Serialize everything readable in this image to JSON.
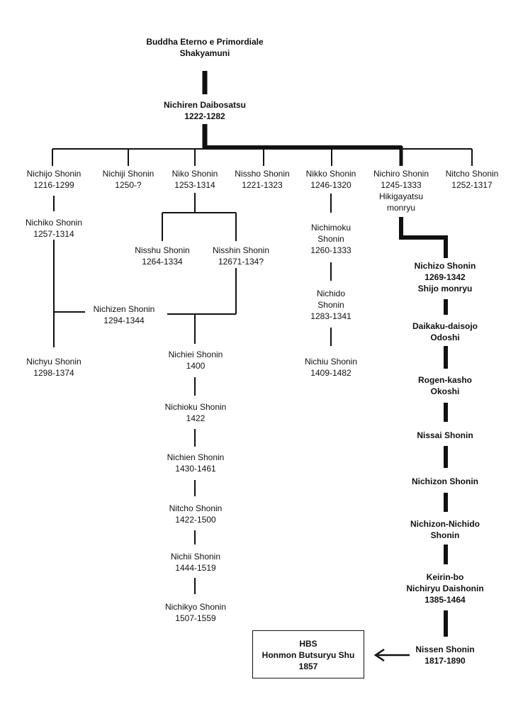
{
  "nodes": {
    "buddha": [
      "Buddha Eterno e Primordiale",
      "Shakyamuni"
    ],
    "nichiren": [
      "Nichiren Daibosatsu",
      "1222-1282"
    ],
    "nichijo": [
      "Nichijo Shonin",
      "1216-1299"
    ],
    "nichiji": [
      "Nichiji Shonin",
      "1250-?"
    ],
    "niko": [
      "Niko Shonin",
      "1253-1314"
    ],
    "nissho": [
      "Nissho Shonin",
      "1221-1323"
    ],
    "nikko": [
      "Nikko Shonin",
      "1246-1320"
    ],
    "nichiro": [
      "Nichiro Shonin",
      "1245-1333",
      "Hikigayatsu",
      "monryu"
    ],
    "nitcho1": [
      "Nitcho Shonin",
      "1252-1317"
    ],
    "nichiko": [
      "Nichiko Shonin",
      "1257-1314"
    ],
    "nisshu": [
      "Nisshu Shonin",
      "1264-1334"
    ],
    "nisshin": [
      "Nisshin Shonin",
      "12671-134?"
    ],
    "nichimoku": [
      "Nichimoku",
      "Shonin",
      "1260-1333"
    ],
    "nichizen": [
      "Nichizen Shonin",
      "1294-1344"
    ],
    "nichido": [
      "Nichido",
      "Shonin",
      "1283-1341"
    ],
    "nichyu": [
      "Nichyu Shonin",
      "1298-1374"
    ],
    "nichiei": [
      "Nichiei Shonin",
      "1400"
    ],
    "nichiu": [
      "Nichiu Shonin",
      "1409-1482"
    ],
    "nichioku": [
      "Nichioku Shonin",
      "1422"
    ],
    "nichien": [
      "Nichien Shonin",
      "1430-1461"
    ],
    "nitcho2": [
      "Nitcho Shonin",
      "1422-1500"
    ],
    "nichii": [
      "Nichii Shonin",
      "1444-1519"
    ],
    "nichikyo": [
      "Nichikyo Shonin",
      "1507-1559"
    ],
    "nichizo": [
      "Nichizo Shonin",
      "1269-1342",
      "Shijo monryu"
    ],
    "daikaku": [
      "Daikaku-daisojo",
      "Odoshi"
    ],
    "rogen": [
      "Rogen-kasho",
      "Okoshi"
    ],
    "nissai": [
      "Nissai Shonin"
    ],
    "nichizon": [
      "Nichizon Shonin"
    ],
    "nichizon_nichido": [
      "Nichizon-Nichido",
      "Shonin"
    ],
    "keirin": [
      "Keirin-bo",
      "Nichiryu Daishonin",
      "1385-1464"
    ],
    "nissen": [
      "Nissen Shonin",
      "1817-1890"
    ]
  },
  "result_box": [
    "HBS",
    "Honmon Butsuryu Shu",
    "1857"
  ]
}
